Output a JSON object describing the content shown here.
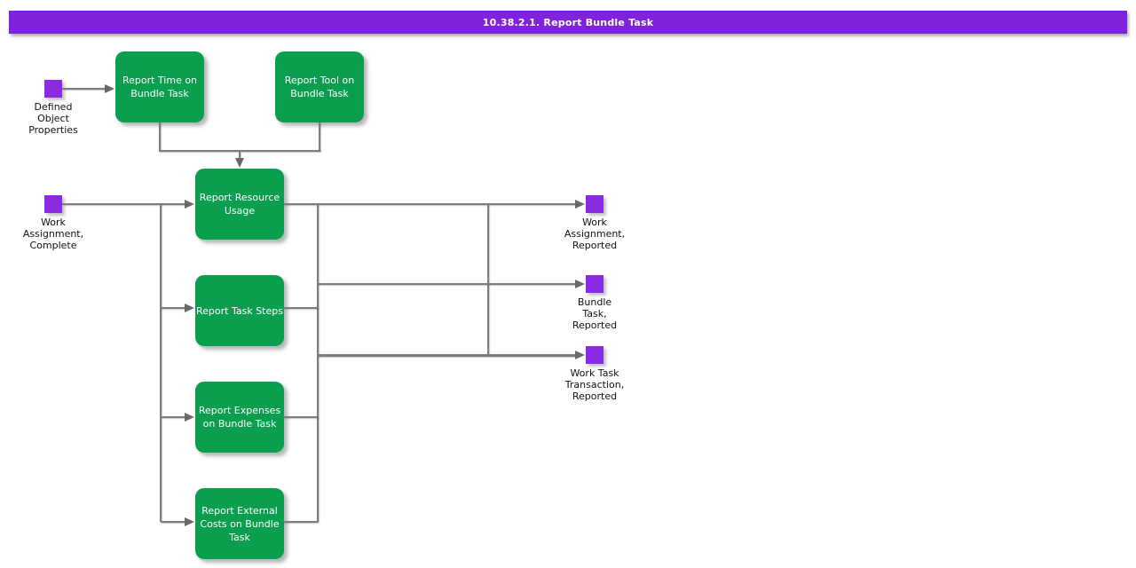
{
  "title": "10.38.2.1. Report Bundle Task",
  "colors": {
    "title_bar": "#7E22DB",
    "task_fill": "#0A9E4E",
    "event_fill": "#8A2BE2",
    "connector": "#7D7D7D",
    "arrow": "#696969"
  },
  "diagram": {
    "tasks": [
      {
        "id": "report-time-on-bundle-task",
        "label": "Report Time on Bundle Task"
      },
      {
        "id": "report-tool-on-bundle-task",
        "label": "Report Tool on Bundle Task"
      },
      {
        "id": "report-resource-usage",
        "label": "Report Resource Usage"
      },
      {
        "id": "report-task-steps",
        "label": "Report Task Steps"
      },
      {
        "id": "report-expenses-on-bundle-task",
        "label": "Report Expenses on Bundle Task"
      },
      {
        "id": "report-external-costs-on-bundle-task",
        "label": "Report External Costs on Bundle Task"
      }
    ],
    "events": [
      {
        "id": "defined-object-properties",
        "label": "Defined Object Properties"
      },
      {
        "id": "work-assignment-complete",
        "label": "Work Assignment, Complete"
      },
      {
        "id": "work-assignment-reported",
        "label": "Work Assignment, Reported"
      },
      {
        "id": "bundle-task-reported",
        "label": "Bundle Task, Reported"
      },
      {
        "id": "work-task-transaction-reported",
        "label": "Work Task Transaction, Reported"
      }
    ]
  }
}
